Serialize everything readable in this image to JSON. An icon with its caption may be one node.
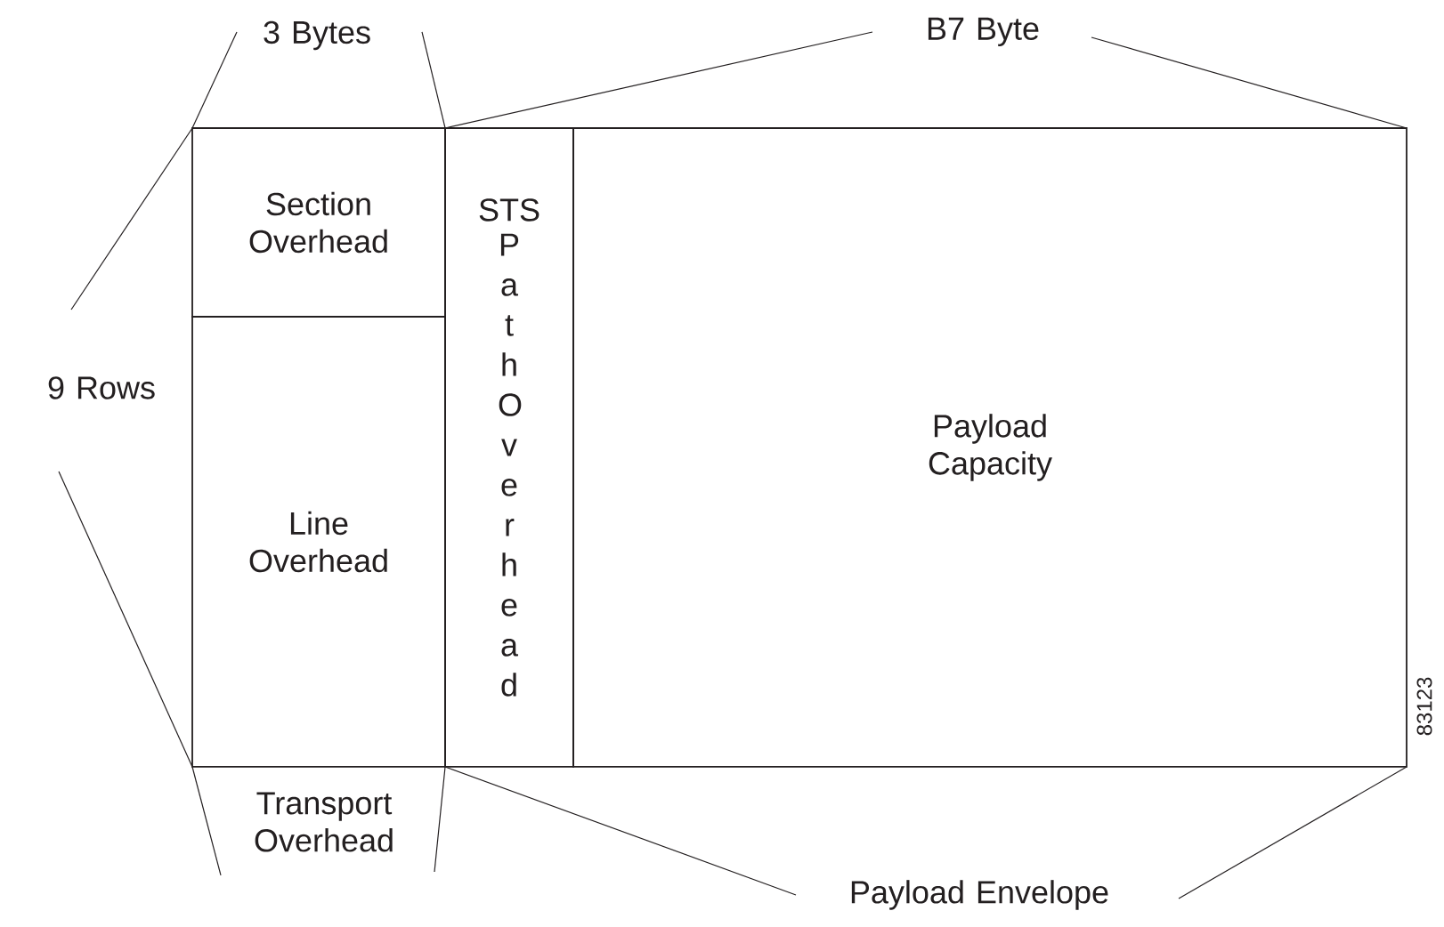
{
  "diagram": {
    "nodes": [
      {
        "text": [
          "Section Overhead"
        ]
      },
      {
        "text": [
          "Line Overhead"
        ]
      },
      {
        "text": [
          "STS",
          "Path Overhead"
        ]
      },
      {
        "text": [
          "Payload Capacity"
        ]
      }
    ],
    "labels": [
      "3 Bytes",
      "B7 Byte",
      "9 Rows",
      "Transport Overhead",
      "Payload Envelope",
      "83123"
    ]
  }
}
